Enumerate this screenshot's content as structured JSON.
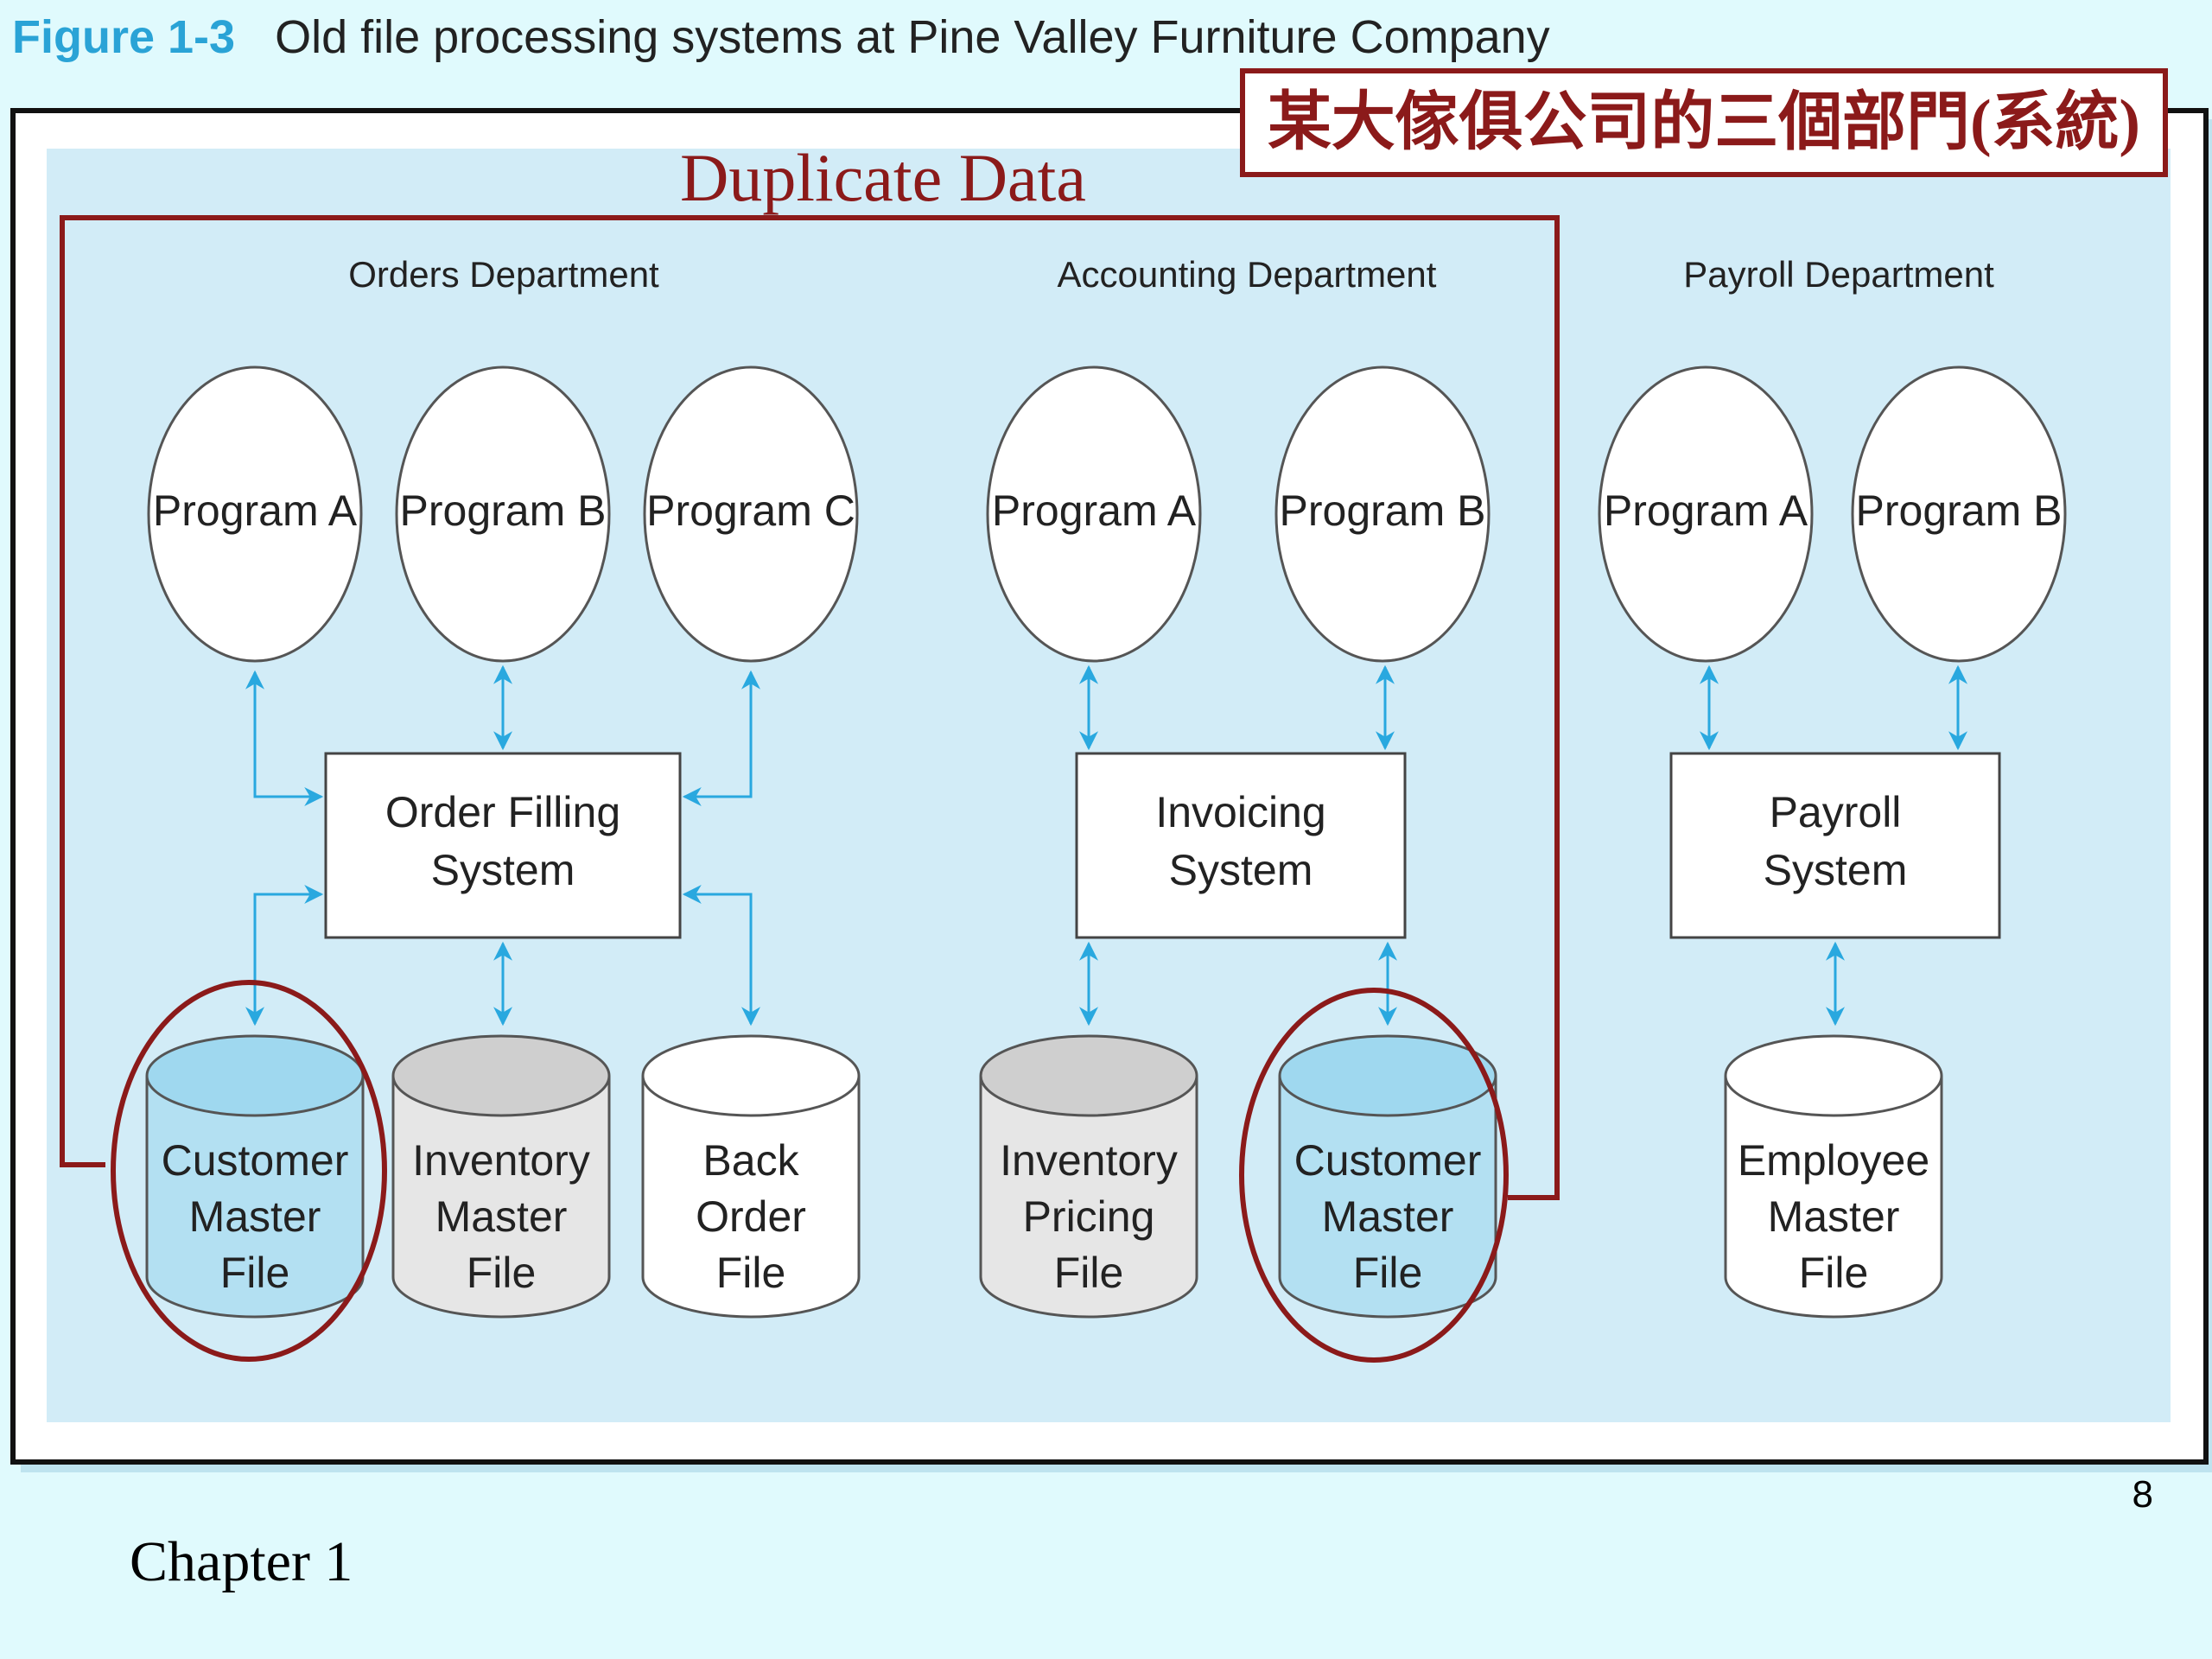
{
  "figure": {
    "number": "Figure 1-3",
    "title": "Old file processing systems at Pine Valley Furniture Company"
  },
  "annotations": {
    "chinese_label": "某大傢俱公司的三個部門(系統)",
    "duplicate_label": "Duplicate Data"
  },
  "departments": [
    {
      "name": "Orders Department",
      "programs": [
        "Program A",
        "Program B",
        "Program C"
      ],
      "system": [
        "Order Filling",
        "System"
      ],
      "files": [
        {
          "lines": [
            "Customer",
            "Master",
            "File"
          ],
          "fill": "light-blue"
        },
        {
          "lines": [
            "Inventory",
            "Master",
            "File"
          ],
          "fill": "gray"
        },
        {
          "lines": [
            "Back",
            "Order",
            "File"
          ],
          "fill": "white"
        }
      ]
    },
    {
      "name": "Accounting Department",
      "programs": [
        "Program A",
        "Program B"
      ],
      "system": [
        "Invoicing",
        "System"
      ],
      "files": [
        {
          "lines": [
            "Inventory",
            "Pricing",
            "File"
          ],
          "fill": "gray"
        },
        {
          "lines": [
            "Customer",
            "Master",
            "File"
          ],
          "fill": "light-blue"
        }
      ]
    },
    {
      "name": "Payroll Department",
      "programs": [
        "Program A",
        "Program B"
      ],
      "system": [
        "Payroll",
        "System"
      ],
      "files": [
        {
          "lines": [
            "Employee",
            "Master",
            "File"
          ],
          "fill": "white"
        }
      ]
    }
  ],
  "colors": {
    "panel_bg": "#d2ecf7",
    "arrow": "#29a8df",
    "highlight": "#8b1a1a",
    "file_blue": "#b3e0f2",
    "file_gray": "#d6d6d6"
  },
  "footer": {
    "chapter": "Chapter 1",
    "page": "8"
  }
}
